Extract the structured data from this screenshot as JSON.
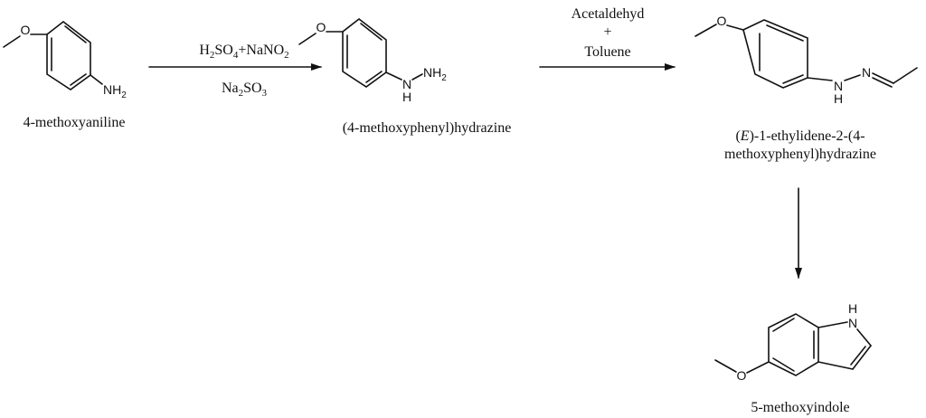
{
  "compounds": {
    "c1": {
      "name": "4-methoxyaniline",
      "atoms": {
        "o": "O",
        "nh2_n": "NH",
        "nh2_sub": "2"
      }
    },
    "c2": {
      "name": "(4-methoxyphenyl)hydrazine",
      "atoms": {
        "o": "O",
        "nh": "N",
        "h": "H",
        "nh2_n": "NH",
        "nh2_sub": "2"
      }
    },
    "c3": {
      "name_line1_pre": "(",
      "name_line1_e": "E",
      "name_line1_post": ")-1-ethylidene-2-(4-",
      "name_line2": "methoxyphenyl)hydrazine",
      "atoms": {
        "o": "O",
        "nh": "N",
        "h": "H",
        "n": "N"
      }
    },
    "c4": {
      "name": "5-methoxyindole",
      "atoms": {
        "o": "O",
        "n": "N",
        "h": "H"
      }
    }
  },
  "reactions": {
    "step1": {
      "above": [
        "H",
        "2",
        "SO",
        "4",
        "+NaNO",
        "2"
      ],
      "below": [
        "Na",
        "2",
        "SO",
        "3"
      ]
    },
    "step2": {
      "above_line1": "Acetaldehyd",
      "above_line2": "+",
      "above_line3": "Toluene"
    },
    "step3": {}
  }
}
